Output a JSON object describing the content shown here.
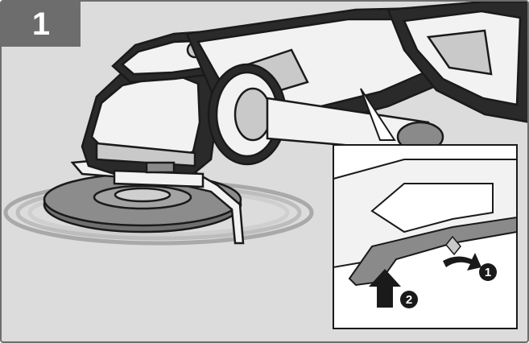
{
  "step": {
    "number": "1",
    "badge_color": "#6d6d6d"
  },
  "callouts": [
    {
      "label": "1",
      "icon": "rotate-arrow-icon"
    },
    {
      "label": "2",
      "icon": "up-arrow-icon"
    }
  ],
  "colors": {
    "background": "#dcdcdc",
    "frame": "#6d6d6d",
    "line": "#1a1a1a",
    "tool_light": "#f2f2f2",
    "tool_mid": "#c9c9c9",
    "tool_dark": "#2a2a2a",
    "lever_gray": "#8a8a8a"
  }
}
